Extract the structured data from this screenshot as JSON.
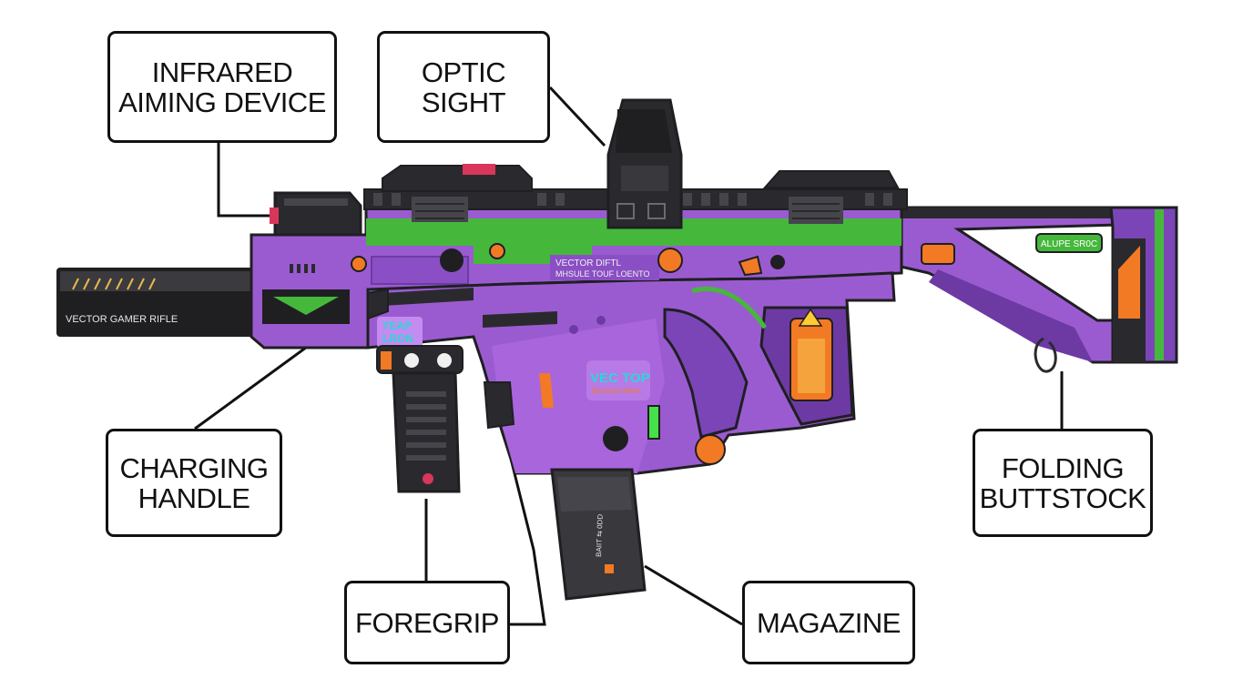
{
  "labels": {
    "infrared": [
      "INFRARED",
      "AIMING DEVICE"
    ],
    "optic": [
      "OPTIC",
      "SIGHT"
    ],
    "charging": [
      "CHARGING",
      "HANDLE"
    ],
    "folding": [
      "FOLDING",
      "BUTTSTOCK"
    ],
    "foregrip": [
      "FOREGRIP"
    ],
    "magazine": [
      "MAGAZINE"
    ]
  },
  "gun_markings": {
    "barrel": "VECTOR GAMER RIFLE",
    "receiver_line1": "VECTOR DIFTL",
    "receiver_line2": "MHSULE TOUF LOENTO",
    "side_logo_line1": "TEAP",
    "side_logo_line2": "LRON",
    "magwell_logo": "VEC TOP",
    "magwell_tagline": "Bendond effect",
    "stock_plate": "ALUPE SR0C",
    "mag_text": "BAIIT ⇆ 0DD"
  },
  "colors": {
    "purple": "#9b5bd0",
    "dark_purple": "#6d3aa4",
    "green": "#45b83c",
    "orange": "#f27a24",
    "black": "#1f1f22",
    "outline": "#111111"
  }
}
